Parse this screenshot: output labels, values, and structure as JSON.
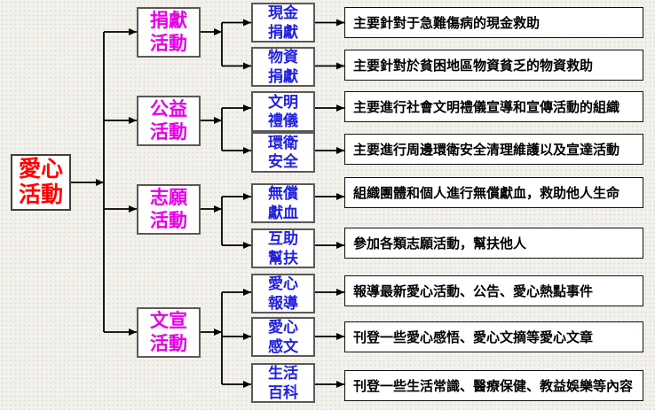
{
  "root": {
    "label": "愛心活動",
    "lines": [
      "愛心",
      "活動"
    ]
  },
  "categories": [
    {
      "label": "捐獻活動",
      "lines": [
        "捐獻",
        "活動"
      ],
      "items": [
        {
          "label": "現金捐獻",
          "lines": [
            "現金",
            "捐獻"
          ],
          "description": "主要針對于急難傷病的現金救助"
        },
        {
          "label": "物資捐獻",
          "lines": [
            "物資",
            "捐獻"
          ],
          "description": "主要針對於貧困地區物資貧乏的物資救助"
        }
      ]
    },
    {
      "label": "公益活動",
      "lines": [
        "公益",
        "活動"
      ],
      "items": [
        {
          "label": "文明禮儀",
          "lines": [
            "文明",
            "禮儀"
          ],
          "description": "主要進行社會文明禮儀宣導和宣傳活動的組織"
        },
        {
          "label": "環衛安全",
          "lines": [
            "環衛",
            "安全"
          ],
          "description": "主要進行周邊環衛安全清理維護以及宣達活動"
        }
      ]
    },
    {
      "label": "志願活動",
      "lines": [
        "志願",
        "活動"
      ],
      "items": [
        {
          "label": "無償獻血",
          "lines": [
            "無償",
            "獻血"
          ],
          "description": "組織團體和個人進行無償獻血，救助他人生命"
        },
        {
          "label": "互助幫扶",
          "lines": [
            "互助",
            "幫扶"
          ],
          "description": "參加各類志願活動，幫扶他人"
        }
      ]
    },
    {
      "label": "文宣活動",
      "lines": [
        "文宣",
        "活動"
      ],
      "items": [
        {
          "label": "愛心報導",
          "lines": [
            "愛心",
            "報導"
          ],
          "description": "報導最新愛心活動、公告、愛心熱點事件"
        },
        {
          "label": "愛心感文",
          "lines": [
            "愛心",
            "感文"
          ],
          "description": "刊登一些愛心感悟、愛心文摘等愛心文章"
        },
        {
          "label": "生活百科",
          "lines": [
            "生活",
            "百科"
          ],
          "description": "刊登一些生活常識、醫療保健、教益娛樂等內容"
        }
      ]
    }
  ],
  "colors": {
    "root_text": "#FF0000",
    "category_text": "#E600E6",
    "item_text": "#2222DD",
    "description_text": "#000000",
    "line": "#000000",
    "box_border": "#595959",
    "box_bg": "#FFFFFF"
  }
}
